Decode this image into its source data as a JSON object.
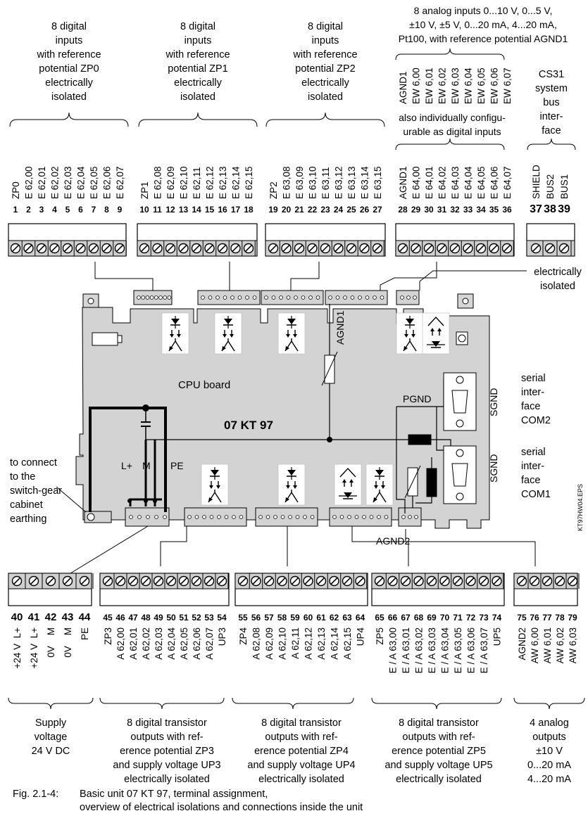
{
  "top_groups": [
    {
      "id": "g1",
      "lines": [
        "8 digital",
        "inputs",
        "with reference",
        "potential ZP0",
        "electrically",
        "isolated"
      ]
    },
    {
      "id": "g2",
      "lines": [
        "8 digital",
        "inputs",
        "with reference",
        "potential ZP1",
        "electrically",
        "isolated"
      ]
    },
    {
      "id": "g3",
      "lines": [
        "8 digital",
        "inputs",
        "with reference",
        "potential ZP2",
        "electrically",
        "isolated"
      ]
    },
    {
      "id": "g4",
      "lines": [
        "8 analog inputs 0...10 V, 0...5 V,",
        "±10 V, ±5 V, 0...20 mA, 4...20 mA,",
        "Pt100, with reference potential AGND1"
      ]
    },
    {
      "id": "g4b",
      "lines": [
        "also individually configu-",
        "urable as digital inputs"
      ]
    },
    {
      "id": "g5",
      "lines": [
        "CS31",
        "system",
        "bus",
        "inter-",
        "face"
      ]
    }
  ],
  "analog_input_labels": [
    "AGND1",
    "EW 6,00",
    "EW 6,01",
    "EW 6,02",
    "EW 6,03",
    "EW 6,04",
    "EW 6,05",
    "EW 6,06",
    "EW 6,07"
  ],
  "top_terminals": [
    {
      "pins": [
        "1",
        "2",
        "3",
        "4",
        "5",
        "6",
        "7",
        "8",
        "9"
      ],
      "labels": [
        "ZP0",
        "E 62,00",
        "E 62,01",
        "E 62,02",
        "E 62,03",
        "E 62,04",
        "E 62,05",
        "E 62,06",
        "E 62,07"
      ]
    },
    {
      "pins": [
        "10",
        "11",
        "12",
        "13",
        "14",
        "15",
        "16",
        "17",
        "18"
      ],
      "labels": [
        "ZP1",
        "E 62,08",
        "E 62,09",
        "E 62,10",
        "E 62,11",
        "E 62,12",
        "E 62,13",
        "E 62,14",
        "E 62,15"
      ]
    },
    {
      "pins": [
        "19",
        "20",
        "21",
        "22",
        "23",
        "24",
        "25",
        "26",
        "27"
      ],
      "labels": [
        "ZP2",
        "E 63,08",
        "E 63,09",
        "E 63,10",
        "E 63,11",
        "E 63,12",
        "E 63,13",
        "E 63,14",
        "E 63,15"
      ]
    },
    {
      "pins": [
        "28",
        "29",
        "30",
        "31",
        "32",
        "33",
        "34",
        "35",
        "36"
      ],
      "labels": [
        "AGND1",
        "E 64,00",
        "E 64,01",
        "E 64,02",
        "E 64,03",
        "E 64,04",
        "E 64,05",
        "E 64,06",
        "E 64,07"
      ]
    },
    {
      "pins": [
        "37",
        "38",
        "39"
      ],
      "labels": [
        "SHIELD",
        "BUS2",
        "BUS1"
      ]
    }
  ],
  "bottom_terminals": [
    {
      "pins": [
        "40",
        "41",
        "42",
        "43",
        "44"
      ],
      "labels": [
        "+24 V  L+",
        "+24 V  L+",
        "0V    M",
        "0V    M",
        "PE"
      ]
    },
    {
      "pins": [
        "45",
        "46",
        "47",
        "48",
        "49",
        "50",
        "51",
        "52",
        "53",
        "54"
      ],
      "labels": [
        "ZP3",
        "A 62,00",
        "A 62,01",
        "A 62,02",
        "A 62,03",
        "A 62,04",
        "A 62,05",
        "A 62,06",
        "A 62,07",
        "UP3"
      ]
    },
    {
      "pins": [
        "55",
        "56",
        "57",
        "58",
        "59",
        "60",
        "61",
        "62",
        "63",
        "64"
      ],
      "labels": [
        "ZP4",
        "A 62,08",
        "A 62,09",
        "A 62,10",
        "A 62,11",
        "A 62,12",
        "A 62,13",
        "A 62,14",
        "A 62,15",
        "UP4"
      ]
    },
    {
      "pins": [
        "65",
        "66",
        "67",
        "68",
        "69",
        "70",
        "71",
        "72",
        "73",
        "74"
      ],
      "labels": [
        "ZP5",
        "E / A 63,00",
        "E / A 63,01",
        "E / A 63,02",
        "E / A 63,03",
        "E / A 63,04",
        "E / A 63,05",
        "E / A 63,06",
        "E / A 63,07",
        "UP5"
      ]
    },
    {
      "pins": [
        "75",
        "76",
        "77",
        "78",
        "79"
      ],
      "labels": [
        "AGND2",
        "AW 6,00",
        "AW 6,01",
        "AW 6,02",
        "AW 6,03"
      ]
    }
  ],
  "bottom_groups": [
    {
      "id": "b1",
      "lines": [
        "Supply",
        "voltage",
        "24 V DC"
      ]
    },
    {
      "id": "b2",
      "lines": [
        "8 digital transistor",
        "outputs with ref-",
        "erence potential ZP3",
        "and supply voltage UP3",
        "electrically isolated"
      ]
    },
    {
      "id": "b3",
      "lines": [
        "8 digital transistor",
        "outputs with ref-",
        "erence potential ZP4",
        "and supply voltage UP4",
        "electrically isolated"
      ]
    },
    {
      "id": "b4",
      "lines": [
        "8 digital transistor",
        "outputs with ref-",
        "erence potential ZP5",
        "and supply voltage UP5",
        "electrically isolated"
      ]
    },
    {
      "id": "b5",
      "lines": [
        "4 analog",
        "outputs",
        "±10 V",
        "0...20 mA",
        "4...20 mA"
      ]
    }
  ],
  "board": {
    "cpu_label": "CPU board",
    "model": "07 KT 97",
    "agnd1": "AGND1",
    "agnd2": "AGND2",
    "pgnd": "PGND",
    "sgnd": "SGND",
    "lplus": "L+",
    "m": "M",
    "pe": "PE",
    "electrically_isolated": [
      "electrically",
      "isolated"
    ],
    "earthing": [
      "to connect",
      "to the",
      "switch-gear",
      "cabinet",
      "earthing"
    ],
    "com2": [
      "serial",
      "inter-",
      "face",
      "COM2"
    ],
    "com1": [
      "serial",
      "inter-",
      "face",
      "COM1"
    ],
    "eps": "KT97HW04.EPS"
  },
  "caption": {
    "fig": "Fig. 2.1-4:",
    "line1": "Basic unit 07 KT 97, terminal assignment,",
    "line2": "overview of electrical isolations and connections inside the unit"
  }
}
